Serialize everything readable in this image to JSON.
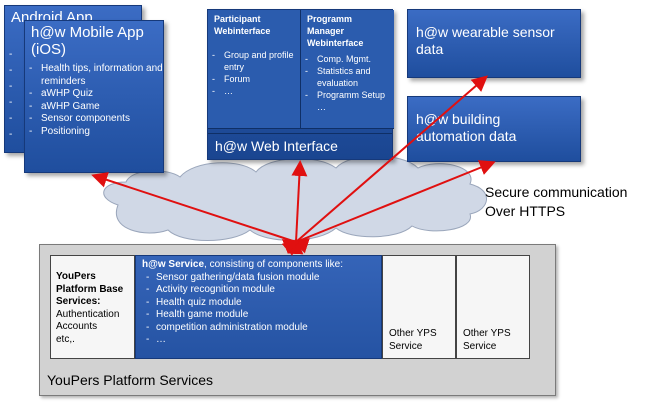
{
  "android": {
    "title": "Android App",
    "items": [
      "",
      "",
      "",
      "",
      "",
      ""
    ]
  },
  "ios": {
    "title": "h@w Mobile App (iOS)",
    "items": [
      "Health tips, information and reminders",
      "aWHP Quiz",
      "aWHP Game",
      "Sensor components",
      "Positioning"
    ]
  },
  "web": {
    "col1_title": "Participant Webinterface",
    "col1_items": [
      "Group and profile entry",
      "Forum",
      "…"
    ],
    "col2_title": "Programm Manager Webinterface",
    "col2_items": [
      "Comp. Mgmt.",
      "Statistics and evaluation",
      "Programm Setup …"
    ],
    "title": "h@w Web Interface"
  },
  "wearable": "h@w wearable sensor data",
  "building": "h@w building automation data",
  "secure": [
    "Secure communication",
    "Over HTTPS"
  ],
  "platform": {
    "title": "YouPers Platform Services",
    "base_title": "YouPers Platform Base Services:",
    "base_items": [
      "Authentication",
      "Accounts",
      "etc,."
    ],
    "hw_title": "h@w Service",
    "hw_subtitle": ", consisting of components like:",
    "hw_items": [
      "Sensor gathering/data fusion module",
      "Activity recognition module",
      "Health quiz module",
      "Health game module",
      "competition administration module",
      "…"
    ],
    "other1": "Other YPS Service",
    "other2": "Other YPS Service"
  },
  "colors": {
    "box_blue": "#2553a3",
    "arrow": "#e01010",
    "platform_grey": "#d2d2d2",
    "cloud": "#d0d8e6"
  }
}
